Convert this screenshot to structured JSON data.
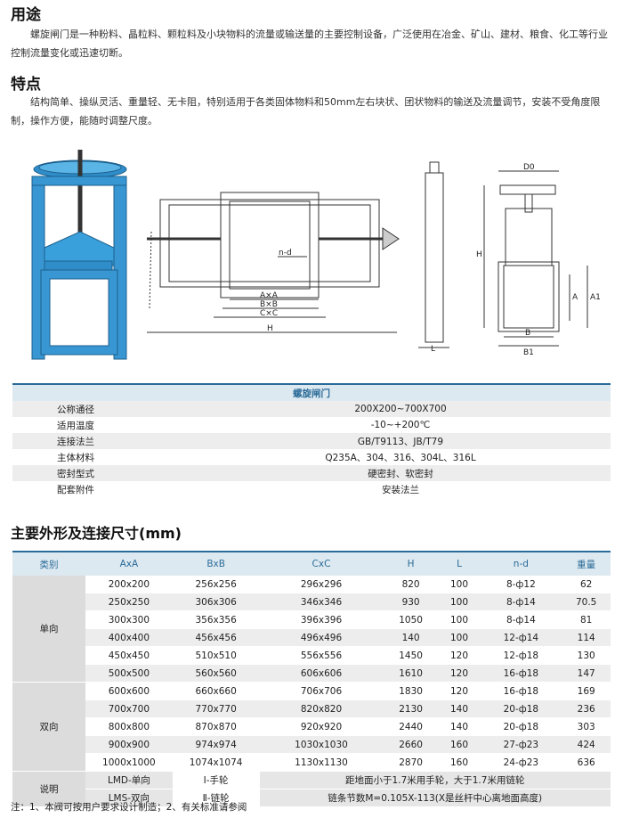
{
  "sections": {
    "usage_title": "用途",
    "usage_text": "螺旋闸门是一种粉料、晶粒料、颗粒料及小块物料的流量或输送量的主要控制设备，广泛使用在冶金、矿山、建材、粮食、化工等行业控制流量变化或迅速切断。",
    "features_title": "特点",
    "features_text": "结构简单、操纵灵活、重量轻、无卡阻，特别适用于各类固体物料和50mm左右块状、团状物料的输送及流量调节，安装不受角度限制，操作方便，能随时调整尺度。"
  },
  "drawing_labels": {
    "nd": "n-d",
    "axa": "A×A",
    "bxb": "B×B",
    "cxc": "C×C",
    "h": "H",
    "l": "L",
    "d0": "D0",
    "h_side": "H",
    "a": "A",
    "a1": "A1",
    "b": "B",
    "b1": "B1"
  },
  "spec_table": {
    "header": "螺旋闸门",
    "rows": [
      {
        "label": "公称通径",
        "value": "200X200~700X700"
      },
      {
        "label": "适用温度",
        "value": "-10~+200℃"
      },
      {
        "label": "连接法兰",
        "value": "GB/T9113、JB/T79"
      },
      {
        "label": "主体材料",
        "value": "Q235A、304、316、304L、316L"
      },
      {
        "label": "密封型式",
        "value": "硬密封、软密封"
      },
      {
        "label": "配套附件",
        "value": "安装法兰"
      }
    ]
  },
  "dimensions_title": "主要外形及连接尺寸(mm)",
  "dim_table": {
    "headers": [
      "类别",
      "AxA",
      "BxB",
      "CxC",
      "H",
      "L",
      "n-d",
      "重量"
    ],
    "groups": [
      {
        "name": "单向",
        "rows": [
          [
            "200x200",
            "256x256",
            "296x296",
            "820",
            "100",
            "8-ф12",
            "62"
          ],
          [
            "250x250",
            "306x306",
            "346x346",
            "930",
            "100",
            "8-ф14",
            "70.5"
          ],
          [
            "300x300",
            "356x356",
            "396x396",
            "1050",
            "100",
            "8-ф14",
            "81"
          ],
          [
            "400x400",
            "456x456",
            "496x496",
            "140",
            "100",
            "12-ф14",
            "114"
          ],
          [
            "450x450",
            "510x510",
            "556x556",
            "1450",
            "120",
            "12-ф18",
            "130"
          ],
          [
            "500x500",
            "560x560",
            "606x606",
            "1610",
            "120",
            "16-ф18",
            "147"
          ]
        ]
      },
      {
        "name": "双向",
        "rows": [
          [
            "600x600",
            "660x660",
            "706x706",
            "1830",
            "120",
            "16-ф18",
            "169"
          ],
          [
            "700x700",
            "770x770",
            "820x820",
            "2130",
            "140",
            "20-ф18",
            "236"
          ],
          [
            "800x800",
            "870x870",
            "920x920",
            "2440",
            "140",
            "20-ф18",
            "303"
          ],
          [
            "900x900",
            "974x974",
            "1030x1030",
            "2660",
            "160",
            "27-ф23",
            "424"
          ],
          [
            "1000x1000",
            "1074x1074",
            "1130x1130",
            "2870",
            "160",
            "24-ф23",
            "636"
          ]
        ]
      }
    ],
    "note": {
      "label": "说明",
      "r1c1": "LMD-单向",
      "r1c2": "Ⅰ-手轮",
      "r2c1": "LMS-双向",
      "r2c2": "Ⅱ-链轮",
      "text1": "距地面小于1.7米用手轮，大于1.7米用链轮",
      "text2": "链条节数M=0.105X-113(X是丝杆中心离地面高度)"
    }
  },
  "footnote": "注：1、本阀可按用户要求设计制造；2、有关标准请参阅"
}
